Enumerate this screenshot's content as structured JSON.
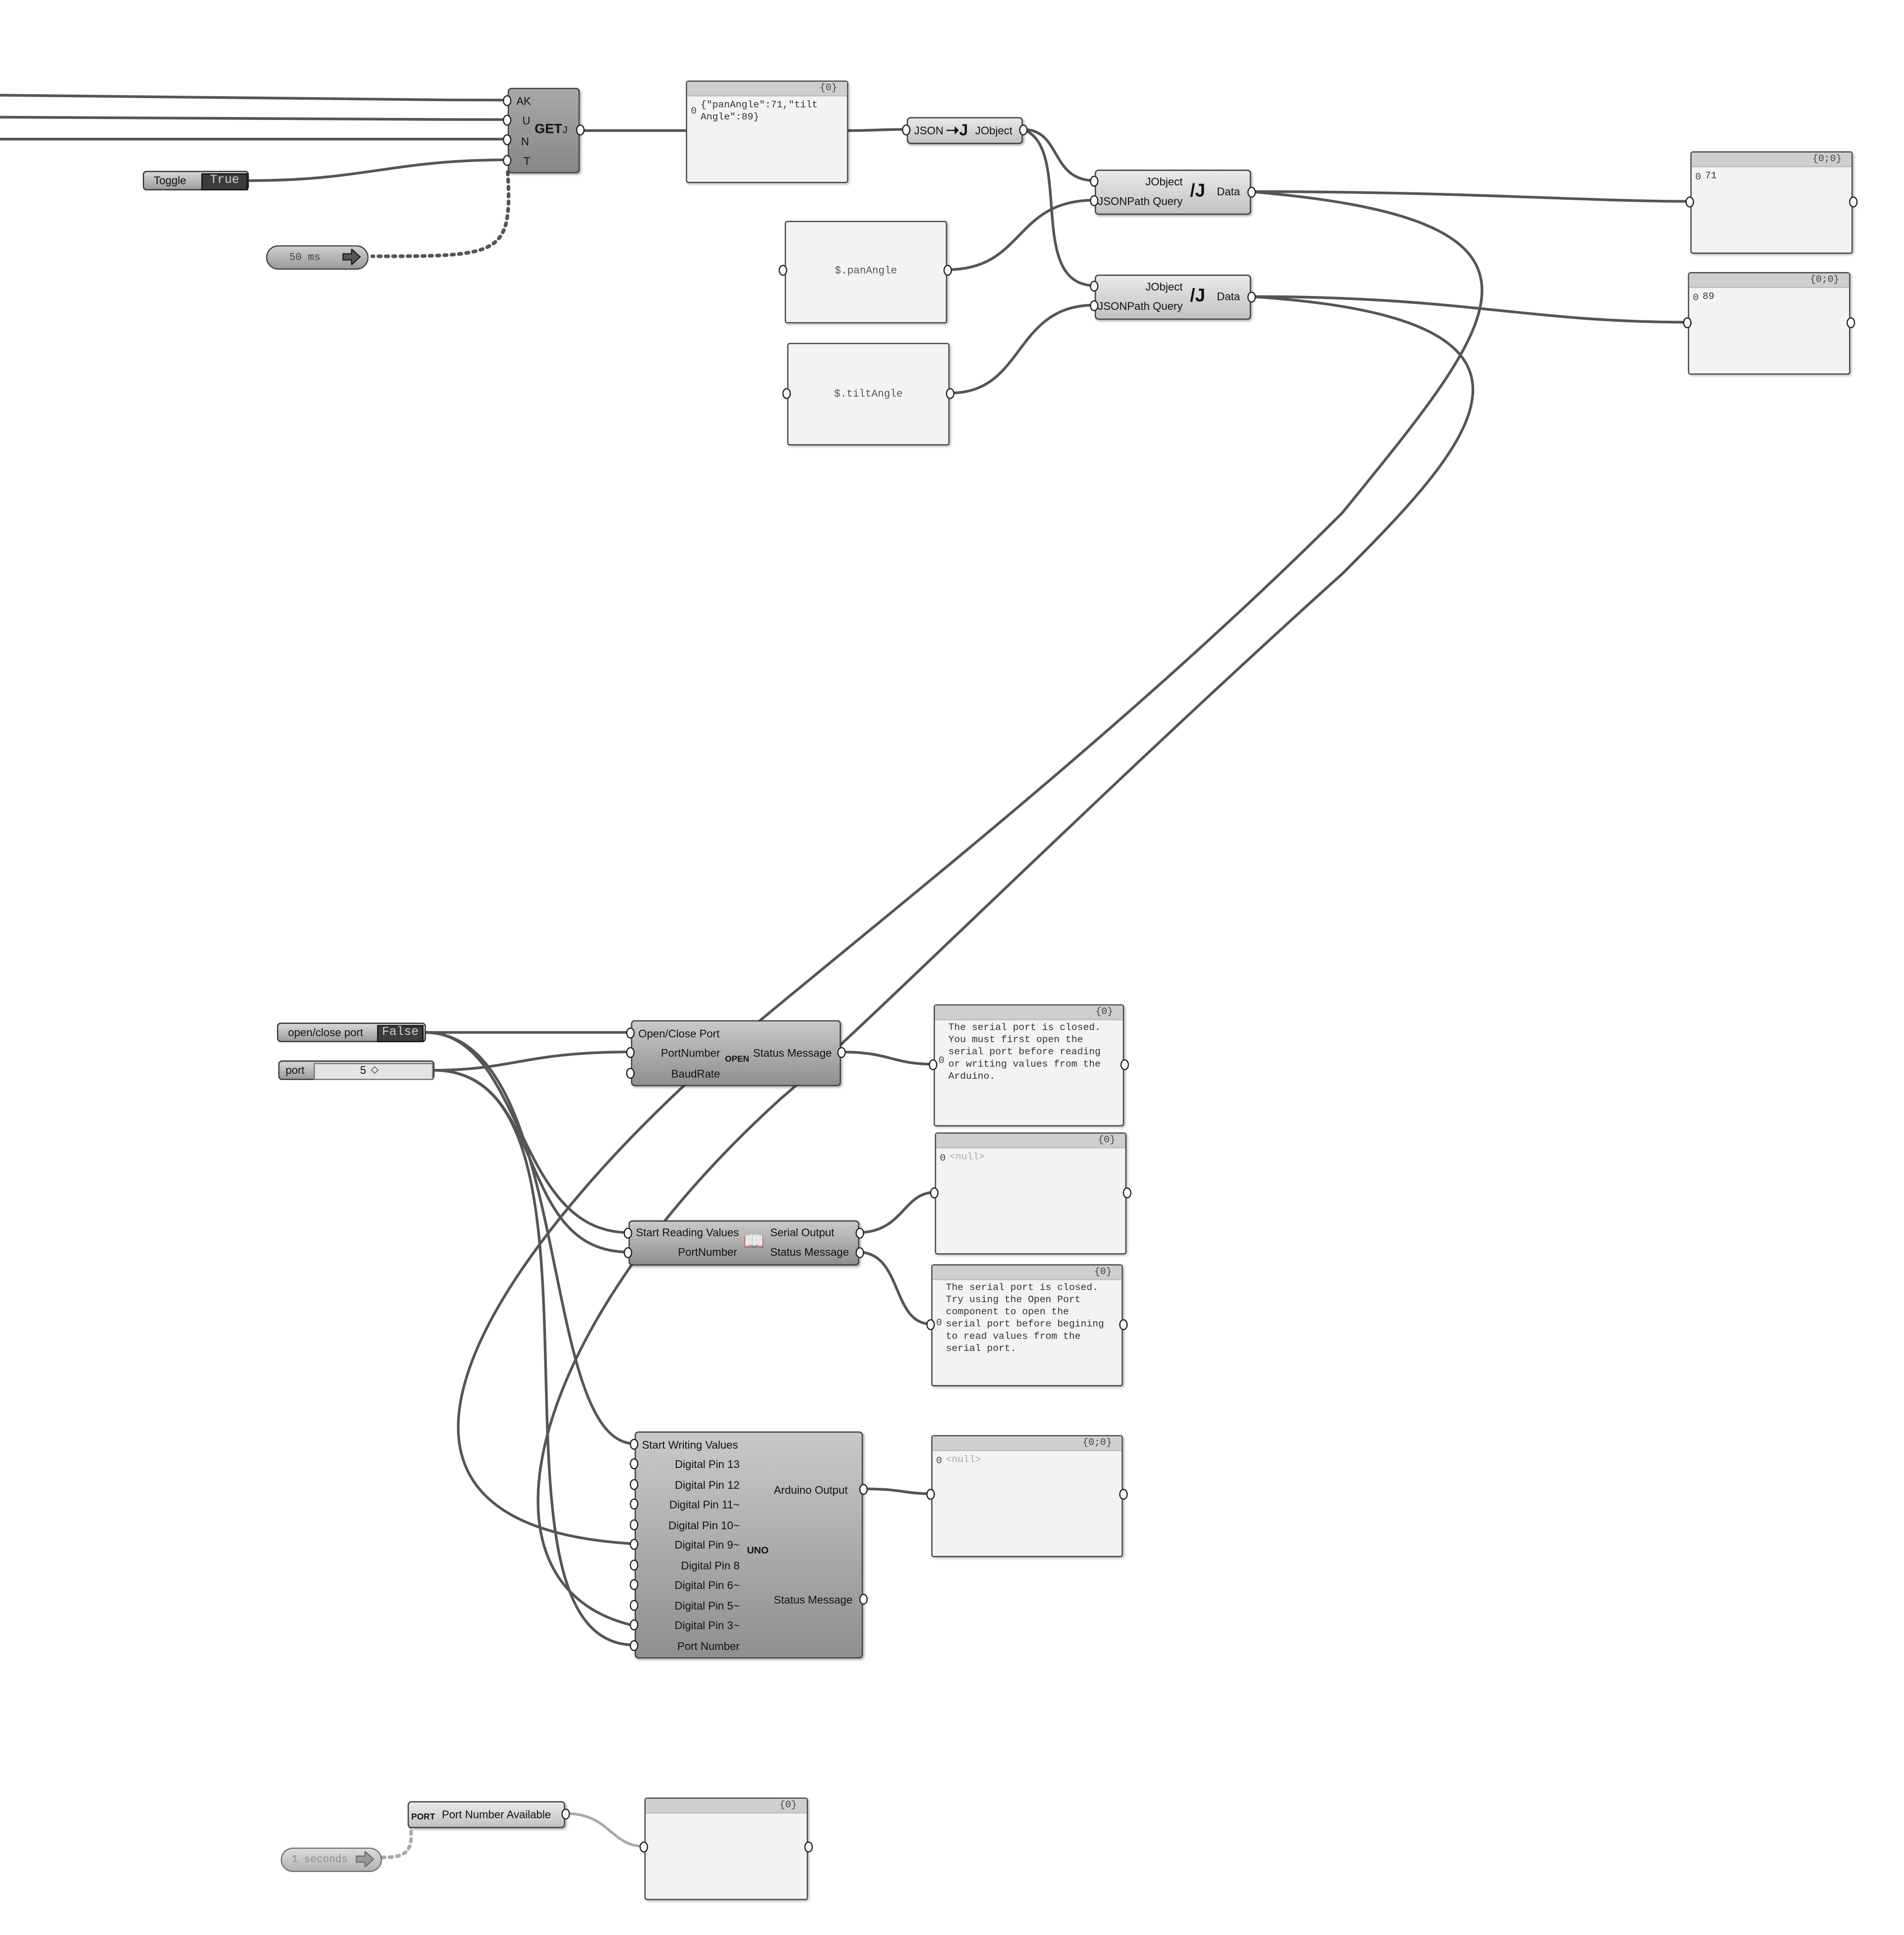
{
  "nodes": {
    "get": {
      "inputs": [
        "AK",
        "U",
        "N",
        "T"
      ],
      "title": "GET",
      "output": "J"
    },
    "toggle": {
      "label": "Toggle",
      "value": "True"
    },
    "timer50": {
      "label": "50 ms"
    },
    "json_panel": {
      "header": "{0}",
      "index": "0",
      "text": "{\"panAngle\":71,\"tilt Angle\":89}"
    },
    "json_conv": {
      "input": "JSON",
      "output": "JObject"
    },
    "jpath1": {
      "inputs": [
        "JObject",
        "JSONPath Query"
      ],
      "output": "Data",
      "icon": "/J"
    },
    "jpath2": {
      "inputs": [
        "JObject",
        "JSONPath Query"
      ],
      "output": "Data",
      "icon": "/J"
    },
    "pan_query": {
      "text": "$.panAngle"
    },
    "tilt_query": {
      "text": "$.tiltAngle"
    },
    "out71": {
      "header": "{0;0}",
      "index": "0",
      "text": "71"
    },
    "out89": {
      "header": "{0;0}",
      "index": "0",
      "text": "89"
    },
    "openclose_toggle": {
      "label": "open/close port",
      "value": "False"
    },
    "port_slider": {
      "label": "port",
      "value": "5"
    },
    "open_port": {
      "inputs": [
        "Open/Close Port",
        "PortNumber",
        "BaudRate"
      ],
      "output": "Status Message",
      "icon": "OPEN"
    },
    "open_status": {
      "header": "{0}",
      "index": "0",
      "text": "The serial port is closed. You must first open the serial port before reading or writing values from the Arduino."
    },
    "read_node": {
      "inputs": [
        "Start Reading Values",
        "PortNumber"
      ],
      "outputs": [
        "Serial Output",
        "Status Message"
      ]
    },
    "read_out": {
      "header": "{0}",
      "index": "0",
      "text": "<null>"
    },
    "read_status": {
      "header": "{0}",
      "index": "0",
      "text": "The serial port is closed. Try using the Open Port component to open the serial port before begining to read values from the serial port."
    },
    "write_node": {
      "inputs": [
        "Start Writing Values",
        "Digital Pin 13",
        "Digital Pin 12",
        "Digital Pin 11~",
        "Digital Pin 10~",
        "Digital Pin 9~",
        "Digital Pin 8",
        "Digital Pin 6~",
        "Digital Pin 5~",
        "Digital Pin 3~",
        "Port Number"
      ],
      "outputs": [
        "Arduino Output",
        "Status Message"
      ],
      "icon": "UNO"
    },
    "write_out": {
      "header": "{0;0}",
      "index": "0",
      "text": "<null>"
    },
    "port_avail": {
      "label": "Port Number Available",
      "icon": "PORT"
    },
    "timer1s": {
      "label": "1 seconds"
    },
    "avail_panel": {
      "header": "{0}"
    }
  }
}
